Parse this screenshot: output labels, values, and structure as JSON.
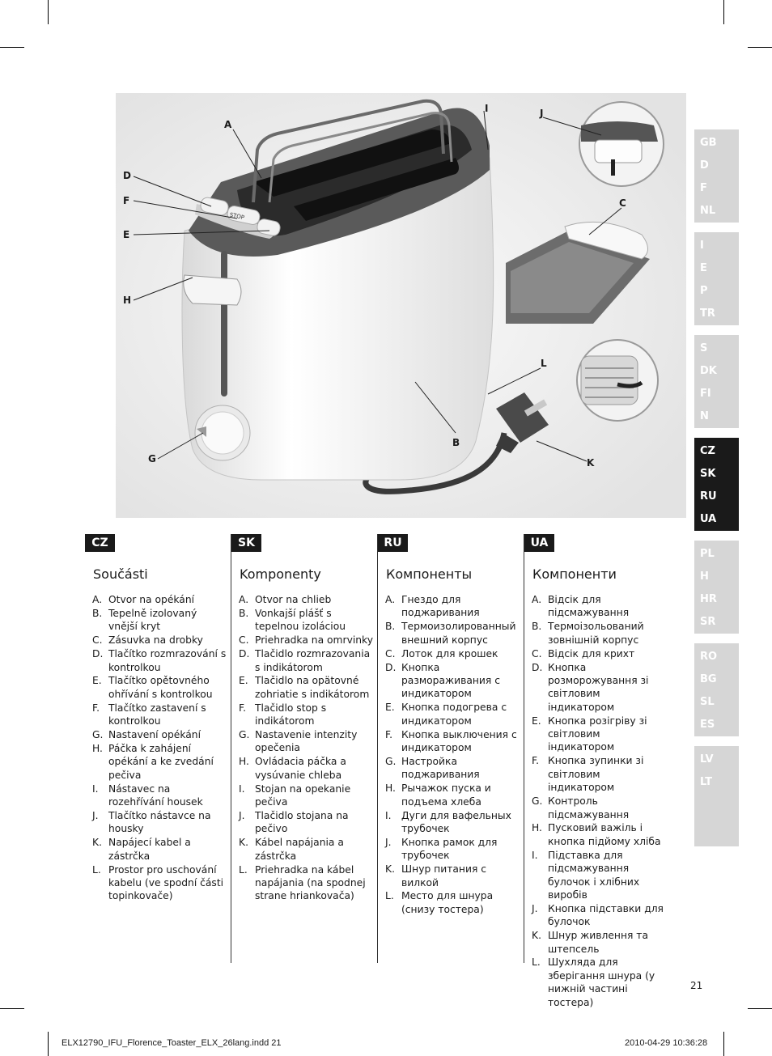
{
  "callouts": {
    "A": "A",
    "D": "D",
    "F": "F",
    "E": "E",
    "H": "H",
    "G": "G",
    "I": "I",
    "J": "J",
    "C": "C",
    "L": "L",
    "B": "B",
    "K": "K"
  },
  "toaster_labels": {
    "stop": "STOP"
  },
  "side_tabs": [
    {
      "codes": [
        "GB",
        "D",
        "F",
        "NL"
      ],
      "active": false
    },
    {
      "codes": [
        "I",
        "E",
        "P",
        "TR"
      ],
      "active": false
    },
    {
      "codes": [
        "S",
        "DK",
        "FI",
        "N"
      ],
      "active": false
    },
    {
      "codes": [
        "CZ",
        "SK",
        "RU",
        "UA"
      ],
      "active": true
    },
    {
      "codes": [
        "PL",
        "H",
        "HR",
        "SR"
      ],
      "active": false
    },
    {
      "codes": [
        "RO",
        "BG",
        "SL",
        "ES"
      ],
      "active": false
    },
    {
      "codes": [
        "LV",
        "LT"
      ],
      "active": false
    }
  ],
  "columns": [
    {
      "lang": "CZ",
      "title": "Součásti",
      "items": [
        {
          "k": "A.",
          "t": "Otvor na opékání"
        },
        {
          "k": "B.",
          "t": "Tepelně izolovaný vnější kryt"
        },
        {
          "k": "C.",
          "t": "Zásuvka na drobky"
        },
        {
          "k": "D.",
          "t": "Tlačítko rozmrazování s kontrolkou"
        },
        {
          "k": "E.",
          "t": "Tlačítko opětovného ohřívání s kontrolkou"
        },
        {
          "k": "F.",
          "t": "Tlačítko zastavení s kontrolkou"
        },
        {
          "k": "G.",
          "t": "Nastavení opékání"
        },
        {
          "k": "H.",
          "t": "Páčka k zahájení opékání a ke zvedání pečiva"
        },
        {
          "k": "I.",
          "t": "Nástavec na rozehřívání housek"
        },
        {
          "k": "J.",
          "t": "Tlačítko nástavce na housky"
        },
        {
          "k": "K.",
          "t": "Napájecí kabel a zástrčka"
        },
        {
          "k": "L.",
          "t": "Prostor pro uschování kabelu (ve spodní části topinkovače)"
        }
      ]
    },
    {
      "lang": "SK",
      "title": "Komponenty",
      "items": [
        {
          "k": "A.",
          "t": "Otvor na chlieb"
        },
        {
          "k": "B.",
          "t": "Vonkajší plášť s tepelnou izoláciou"
        },
        {
          "k": "C.",
          "t": "Priehradka na omrvinky"
        },
        {
          "k": "D.",
          "t": "Tlačidlo rozmrazovania s indikátorom"
        },
        {
          "k": "E.",
          "t": "Tlačidlo na opätovné zohriatie s indikátorom"
        },
        {
          "k": "F.",
          "t": "Tlačidlo stop s indikátorom"
        },
        {
          "k": "G.",
          "t": "Nastavenie intenzity opečenia"
        },
        {
          "k": "H.",
          "t": "Ovládacia páčka a vysúvanie chleba"
        },
        {
          "k": "I.",
          "t": "Stojan na opekanie pečiva"
        },
        {
          "k": "J.",
          "t": "Tlačidlo stojana na pečivo"
        },
        {
          "k": "K.",
          "t": "Kábel napájania a zástrčka"
        },
        {
          "k": "L.",
          "t": "Priehradka na kábel napájania (na spodnej strane hriankovača)"
        }
      ]
    },
    {
      "lang": "RU",
      "title": "Компоненты",
      "items": [
        {
          "k": "A.",
          "t": "Гнездо для поджаривания"
        },
        {
          "k": "B.",
          "t": "Термоизолированный внешний корпус"
        },
        {
          "k": "C.",
          "t": "Лоток для крошек"
        },
        {
          "k": "D.",
          "t": "Кнопка размораживания с индикатором"
        },
        {
          "k": "E.",
          "t": "Кнопка подогрева с индикатором"
        },
        {
          "k": "F.",
          "t": "Кнопка выключения с индикатором"
        },
        {
          "k": "G.",
          "t": "Настройка поджаривания"
        },
        {
          "k": "H.",
          "t": "Рычажок пуска и подъема хлеба"
        },
        {
          "k": "I.",
          "t": "Дуги для вафельных трубочек"
        },
        {
          "k": "J.",
          "t": "Кнопка рамок для трубочек"
        },
        {
          "k": "K.",
          "t": "Шнур питания с вилкой"
        },
        {
          "k": "L.",
          "t": "Место для шнура (снизу тостера)"
        }
      ]
    },
    {
      "lang": "UA",
      "title": "Компоненти",
      "items": [
        {
          "k": "A.",
          "t": "Відсік для підсмажування"
        },
        {
          "k": "B.",
          "t": "Термоізольований зовнішній корпус"
        },
        {
          "k": "C.",
          "t": "Відсік для крихт"
        },
        {
          "k": "D.",
          "t": "Кнопка розморожування зі світловим індикатором"
        },
        {
          "k": "E.",
          "t": "Кнопка розігріву зі світловим індикатором"
        },
        {
          "k": "F.",
          "t": "Кнопка зупинки зі світловим індикатором"
        },
        {
          "k": "G.",
          "t": "Контроль підсмажування"
        },
        {
          "k": "H.",
          "t": "Пусковий важіль і кнопка підйому хліба"
        },
        {
          "k": "I.",
          "t": "Підставка для підсмажування булочок і хлібних виробів"
        },
        {
          "k": "J.",
          "t": "Кнопка підставки для булочок"
        },
        {
          "k": "K.",
          "t": "Шнур живлення та штепсель"
        },
        {
          "k": "L.",
          "t": "Шухляда для зберігання шнура (у нижній частині тостера)"
        }
      ]
    }
  ],
  "page_number": "21",
  "footer": {
    "left": "ELX12790_IFU_Florence_Toaster_ELX_26lang.indd   21",
    "right": "2010-04-29   10:36:28"
  },
  "colors": {
    "dark": "#1a1a1a",
    "tab_grey": "#d6d6d6",
    "illustration_bg": "#efefef"
  }
}
